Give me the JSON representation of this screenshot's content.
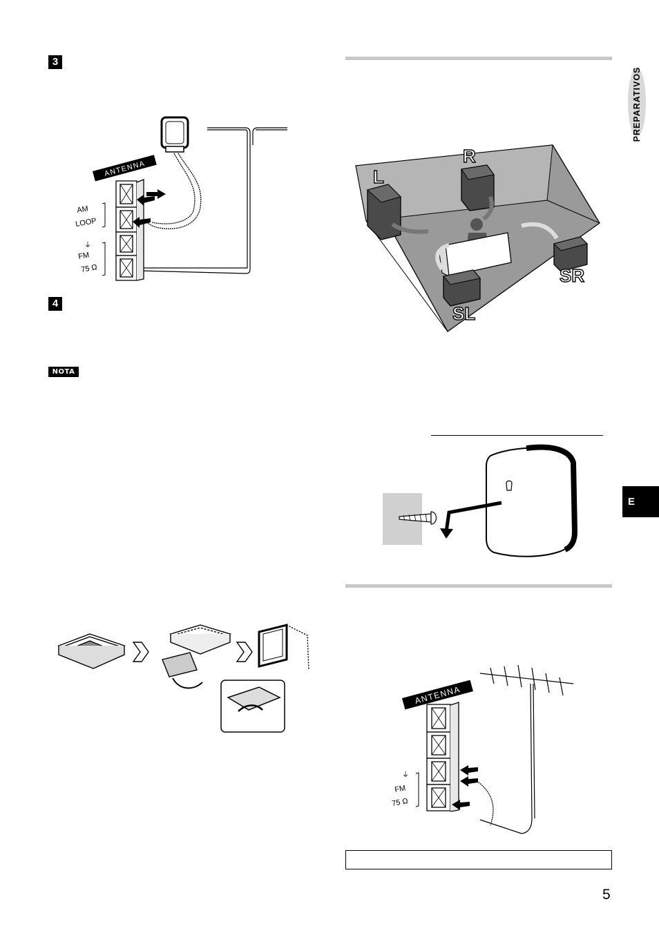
{
  "steps": {
    "step3": "3",
    "step4": "4"
  },
  "note_badge": "NOTA",
  "side_label": "PREPARATIVOS",
  "section_tab": "E",
  "page_number": "5",
  "antenna_panel_top": {
    "header": "ANTENNA",
    "am_label_1": "AM",
    "am_label_2": "LOOP",
    "fm_label_1": "FM",
    "fm_label_2": "75 Ω"
  },
  "speaker_room": {
    "front_left": "L",
    "front_right": "R",
    "surround_left": "SL",
    "surround_right": "SR"
  },
  "antenna_panel_bottom": {
    "header": "ANTENNA",
    "fm_label_1": "FM",
    "fm_label_2": "75 Ω"
  },
  "colors": {
    "rule_grey": "#c8c8c8",
    "room_fill": "#9a9a9a",
    "speaker_fill": "#4a4a4a",
    "wall_grey": "#d0d0d0"
  }
}
